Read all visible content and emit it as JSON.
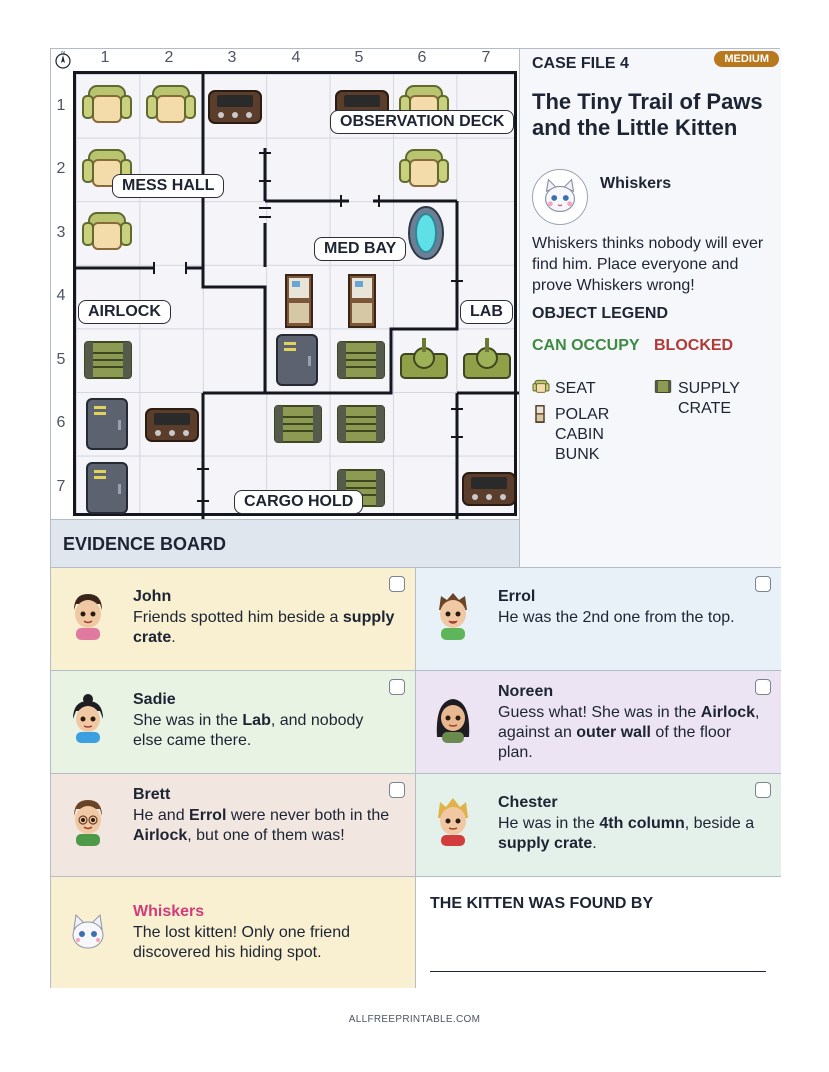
{
  "grid": {
    "columns": [
      "1",
      "2",
      "3",
      "4",
      "5",
      "6",
      "7"
    ],
    "rows": [
      "1",
      "2",
      "3",
      "4",
      "5",
      "6",
      "7"
    ],
    "compass": "N",
    "rooms": [
      "OBSERVATION DECK",
      "MESS HALL",
      "MED BAY",
      "AIRLOCK",
      "LAB",
      "CARGO HOLD"
    ]
  },
  "case": {
    "label": "CASE FILE 4",
    "difficulty": "MEDIUM",
    "title": "The Tiny Trail of Paws and the Little Kitten",
    "cat_name": "Whiskers",
    "intro": "Whiskers thinks nobody will ever find him. Place everyone and prove Whiskers wrong!",
    "legend_title": "OBJECT LEGEND",
    "can_occupy": "CAN OCCUPY",
    "blocked": "BLOCKED",
    "legend_seat": "SEAT",
    "legend_bunk": "POLAR CABIN BUNK",
    "legend_crate": "SUPPLY CRATE"
  },
  "evidence": {
    "heading": "EVIDENCE BOARD",
    "clues": [
      {
        "name": "John",
        "pre": "Friends spotted him beside a ",
        "b1": "supply crate",
        "mid": ".",
        "b2": "",
        "post": ""
      },
      {
        "name": "Errol",
        "pre": "He was the 2nd one from the top.",
        "b1": "",
        "mid": "",
        "b2": "",
        "post": ""
      },
      {
        "name": "Sadie",
        "pre": "She was in the ",
        "b1": "Lab",
        "mid": ", and nobody else came there.",
        "b2": "",
        "post": ""
      },
      {
        "name": "Noreen",
        "pre": "Guess what! She was in the ",
        "b1": "Airlock",
        "mid": ", against an ",
        "b2": "outer wall",
        "post": " of the floor plan."
      },
      {
        "name": "Brett",
        "pre": "He and ",
        "b1": "Errol",
        "mid": " were never both in the ",
        "b2": "Airlock",
        "post": ", but one of them was!"
      },
      {
        "name": "Chester",
        "pre": "He was in the ",
        "b1": "4th column",
        "mid": ", beside a ",
        "b2": "supply crate",
        "post": "."
      },
      {
        "name": "Whiskers",
        "pre": "The lost kitten! Only one friend discovered his hiding spot.",
        "b1": "",
        "mid": "",
        "b2": "",
        "post": ""
      }
    ],
    "found_by": "THE KITTEN WAS FOUND BY"
  },
  "footer": "ALLFREEPRINTABLE.COM",
  "colors": {
    "can_occupy": "#3e8a43",
    "blocked": "#b23a36",
    "badge": "#b8781e",
    "whiskers": "#d23c7a"
  }
}
